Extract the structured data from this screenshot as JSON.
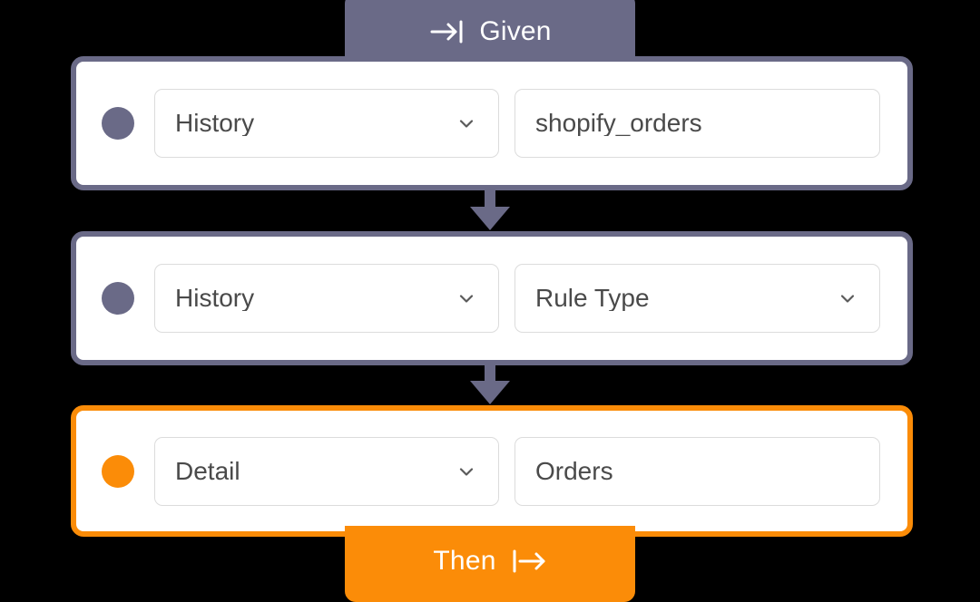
{
  "header": {
    "label": "Given",
    "icon": "arrow-right-to-bar-icon",
    "color": "#6a6a87"
  },
  "footer": {
    "label": "Then",
    "icon": "bar-to-arrow-right-icon",
    "color": "#fb8c08"
  },
  "colors": {
    "purple": "#6a6a87",
    "orange": "#fb8c08",
    "field_border": "#dcdcdc",
    "text": "#4a4a4a",
    "background": "#000000"
  },
  "rules": [
    {
      "accent": "purple",
      "dot": "status-dot",
      "fields": [
        {
          "kind": "select",
          "value": "History",
          "icon": "chevron-down-icon"
        },
        {
          "kind": "text",
          "value": "shopify_orders"
        }
      ]
    },
    {
      "accent": "purple",
      "dot": "status-dot",
      "fields": [
        {
          "kind": "select",
          "value": "History",
          "icon": "chevron-down-icon"
        },
        {
          "kind": "select",
          "value": "Rule Type",
          "icon": "chevron-down-icon"
        }
      ]
    },
    {
      "accent": "orange",
      "dot": "status-dot",
      "fields": [
        {
          "kind": "select",
          "value": "Detail",
          "icon": "chevron-down-icon"
        },
        {
          "kind": "text",
          "value": "Orders"
        }
      ]
    }
  ],
  "connectors": [
    {
      "icon": "arrow-down-icon",
      "color": "#6a6a87"
    },
    {
      "icon": "arrow-down-icon",
      "color": "#6a6a87"
    }
  ]
}
